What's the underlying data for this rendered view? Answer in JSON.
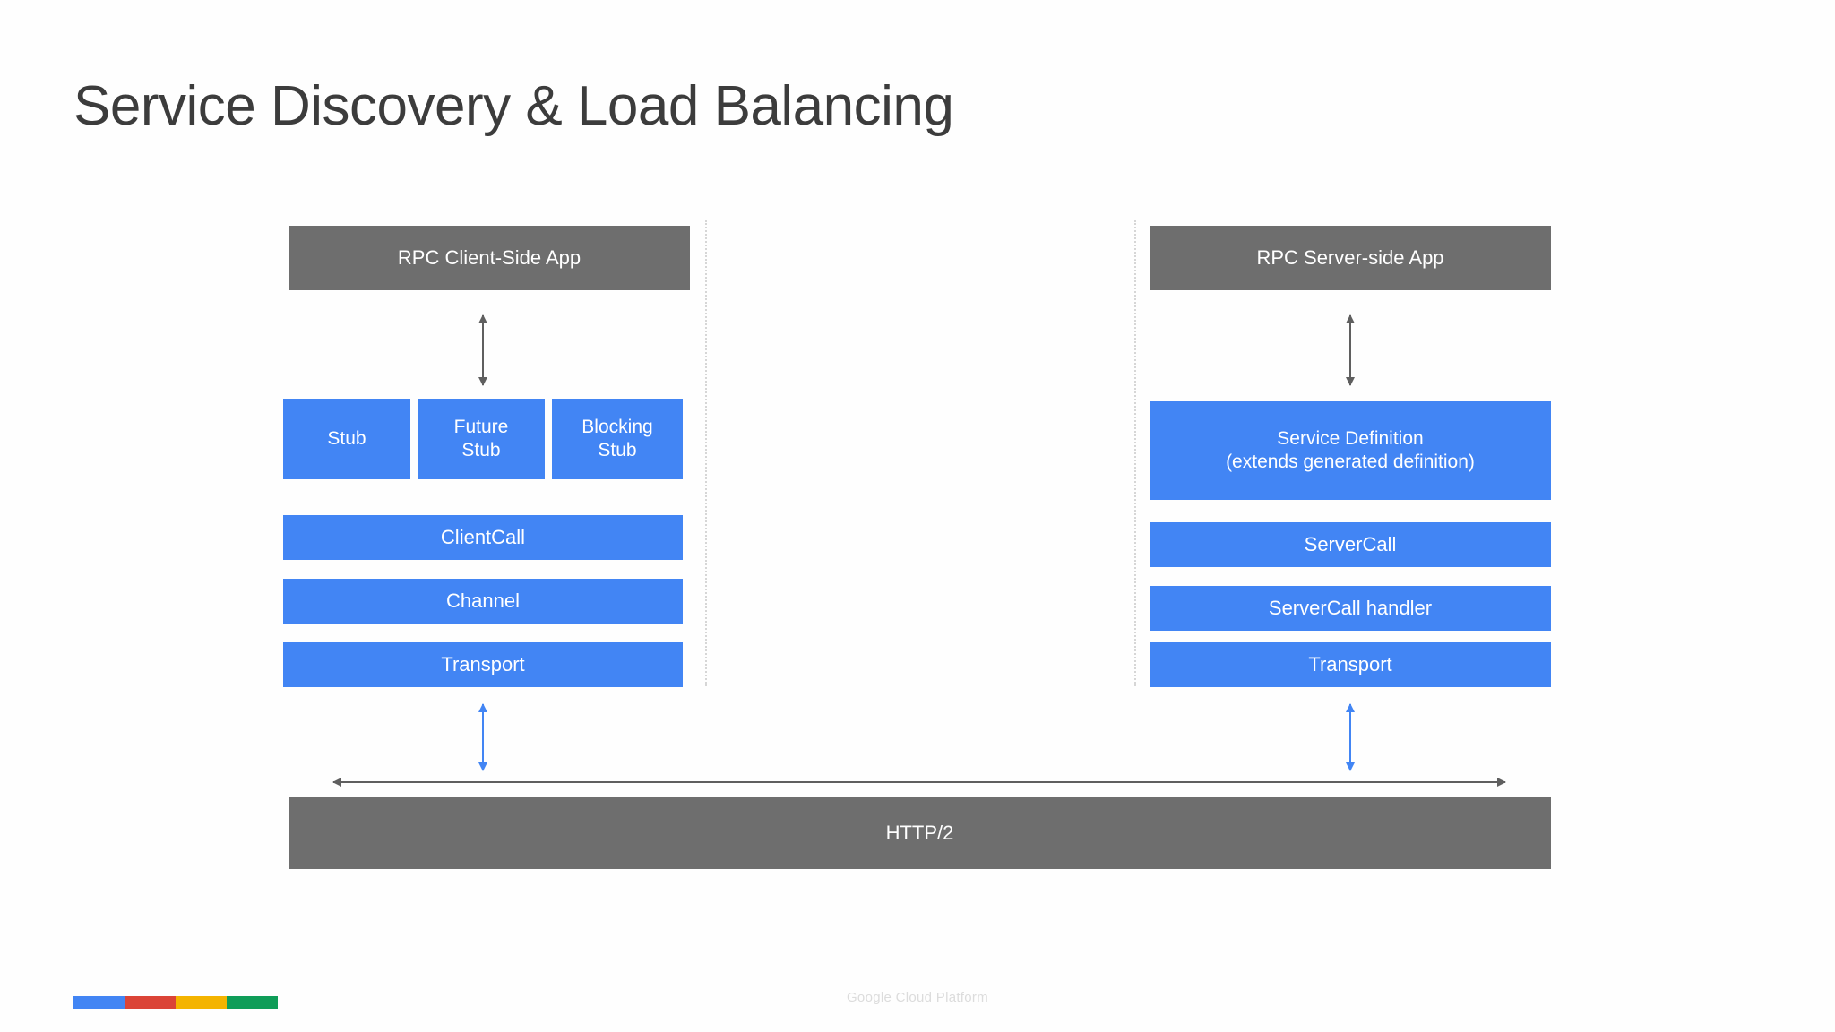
{
  "slide": {
    "title": "Service Discovery & Load Balancing",
    "colors": {
      "blue": "#4285f4",
      "gray": "#6e6e6e",
      "title_text": "#3c3c3c",
      "dotted_divider": "#d6d6d6",
      "arrow_dark": "#5f5f5f",
      "arrow_blue": "#4285f4"
    }
  },
  "client": {
    "app_box": "RPC Client-Side App",
    "stubs": [
      {
        "line1": "Stub",
        "line2": ""
      },
      {
        "line1": "Future",
        "line2": "Stub"
      },
      {
        "line1": "Blocking",
        "line2": "Stub"
      }
    ],
    "layers": [
      "ClientCall",
      "Channel",
      "Transport"
    ]
  },
  "server": {
    "app_box": "RPC Server-side App",
    "service_definition": {
      "line1": "Service Definition",
      "line2": "(extends generated definition)"
    },
    "layers": [
      "ServerCall",
      "ServerCall handler",
      "Transport"
    ]
  },
  "transport_bar": {
    "label": "HTTP/2"
  },
  "footer": {
    "text": "Google Cloud Platform",
    "logo_colors": [
      "#4285f4",
      "#db4437",
      "#f4b400",
      "#0f9d58"
    ]
  }
}
